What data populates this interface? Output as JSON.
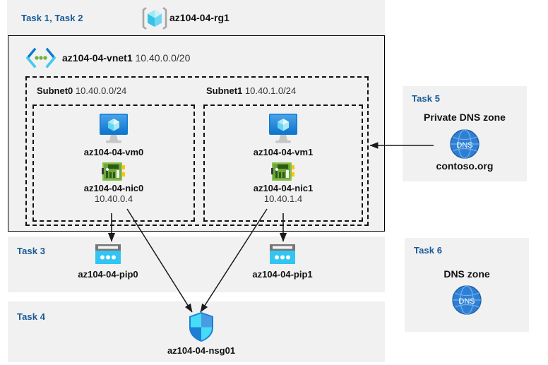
{
  "resource_group": {
    "task_label": "Task 1, Task 2",
    "name": "az104-04-rg1",
    "icon": "resource-group-cube-icon"
  },
  "vnet": {
    "name": "az104-04-vnet1",
    "address_space": "10.40.0.0/20",
    "icon": "virtual-network-icon"
  },
  "subnets": [
    {
      "name": "Subnet0",
      "address_prefix": "10.40.0.0/24",
      "vm": {
        "name": "az104-04-vm0",
        "icon": "virtual-machine-icon"
      },
      "nic": {
        "name": "az104-04-nic0",
        "private_ip": "10.40.0.4",
        "icon": "network-interface-icon"
      }
    },
    {
      "name": "Subnet1",
      "address_prefix": "10.40.1.0/24",
      "vm": {
        "name": "az104-04-vm1",
        "icon": "virtual-machine-icon"
      },
      "nic": {
        "name": "az104-04-nic1",
        "private_ip": "10.40.1.4",
        "icon": "network-interface-icon"
      }
    }
  ],
  "task3": {
    "task_label": "Task 3",
    "public_ips": [
      {
        "name": "az104-04-pip0",
        "icon": "public-ip-address-icon"
      },
      {
        "name": "az104-04-pip1",
        "icon": "public-ip-address-icon"
      }
    ]
  },
  "task4": {
    "task_label": "Task 4",
    "nsg": {
      "name": "az104-04-nsg01",
      "icon": "network-security-group-shield-icon"
    }
  },
  "task5": {
    "task_label": "Task 5",
    "heading": "Private DNS zone",
    "zone_name": "contoso.org",
    "icon": "dns-globe-icon",
    "icon_text": "DNS"
  },
  "task6": {
    "task_label": "Task 6",
    "heading": "DNS zone",
    "icon": "dns-globe-icon",
    "icon_text": "DNS"
  },
  "colors": {
    "task_label": "#185a96",
    "panel_bg": "#f1f1f1",
    "azure_blue": "#0078d4",
    "cyan": "#32c5f4",
    "nic_green": "#7ab648",
    "dns_blue": "#2e7fd4",
    "connector": "#1a1a1a"
  }
}
